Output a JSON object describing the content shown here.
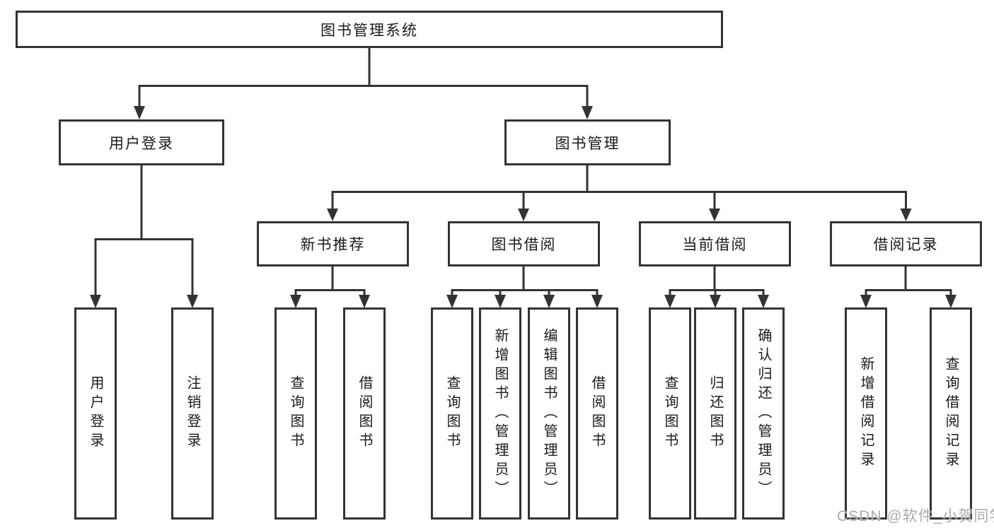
{
  "diagram": {
    "type": "hierarchy-tree",
    "root": {
      "label": "图书管理系统"
    },
    "level2": [
      {
        "label": "用户登录",
        "children": [
          "用户登录",
          "注销登录"
        ]
      },
      {
        "label": "图书管理"
      }
    ],
    "level3": [
      {
        "label": "新书推荐",
        "children": [
          "查询图书",
          "借阅图书"
        ]
      },
      {
        "label": "图书借阅",
        "children": [
          "查询图书",
          "新增图书（管理员）",
          "编辑图书（管理员）",
          "借阅图书"
        ]
      },
      {
        "label": "当前借阅",
        "children": [
          "查询图书",
          "归还图书",
          "确认归还（管理员）"
        ]
      },
      {
        "label": "借阅记录",
        "children": [
          "新增借阅记录",
          "查询借阅记录"
        ]
      }
    ],
    "watermark": "CSDN @软件_小贺同学",
    "colors": {
      "background": "#ffffff",
      "box_fill": "#ffffff",
      "box_border": "#333333",
      "line": "#333333",
      "text": "#1a1a1a",
      "watermark": "#ababab"
    }
  }
}
